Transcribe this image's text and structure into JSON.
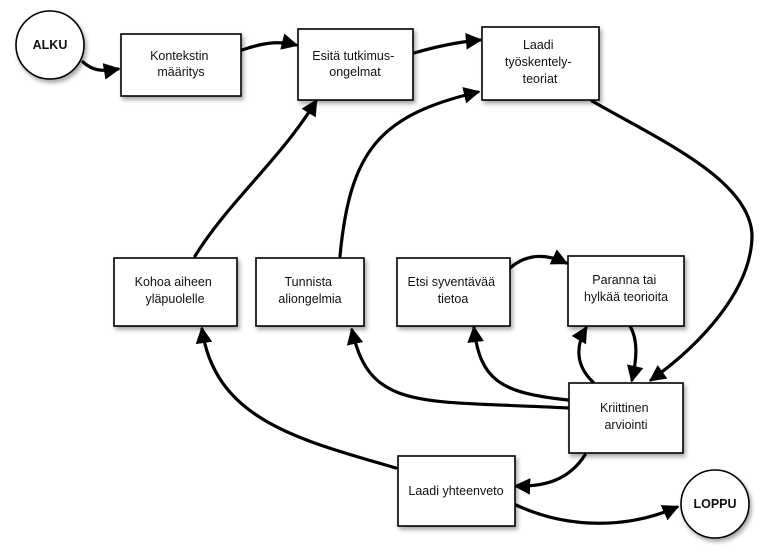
{
  "nodes": [
    {
      "id": "alku",
      "lines": [
        "ALKU"
      ]
    },
    {
      "id": "kontekstin",
      "lines": [
        "Kontekstin",
        "määritys"
      ]
    },
    {
      "id": "esita",
      "lines": [
        "Esitä tutkimus-",
        "ongelmat"
      ]
    },
    {
      "id": "laadi-teoriat",
      "lines": [
        "Laadi",
        "työskentely-",
        "teoriat"
      ]
    },
    {
      "id": "kohoa",
      "lines": [
        "Kohoa aiheen",
        "yläpuolelle"
      ]
    },
    {
      "id": "tunnista",
      "lines": [
        "Tunnista",
        "aliongelmia"
      ]
    },
    {
      "id": "etsi",
      "lines": [
        "Etsi syventävää",
        "tietoa"
      ]
    },
    {
      "id": "paranna",
      "lines": [
        "Paranna tai",
        "hylkää teorioita"
      ]
    },
    {
      "id": "kriittinen",
      "lines": [
        "Kriittinen",
        "arviointi"
      ]
    },
    {
      "id": "yhteenveto",
      "lines": [
        "Laadi yhteenveto"
      ]
    },
    {
      "id": "loppu",
      "lines": [
        "LOPPU"
      ]
    }
  ],
  "edges": [
    {
      "from": "alku",
      "to": "kontekstin"
    },
    {
      "from": "kontekstin",
      "to": "esita"
    },
    {
      "from": "esita",
      "to": "laadi-teoriat"
    },
    {
      "from": "laadi-teoriat",
      "to": "kriittinen"
    },
    {
      "from": "kohoa",
      "to": "esita"
    },
    {
      "from": "tunnista",
      "to": "laadi-teoriat"
    },
    {
      "from": "etsi",
      "to": "paranna"
    },
    {
      "from": "paranna",
      "to": "kriittinen"
    },
    {
      "from": "kriittinen",
      "to": "paranna"
    },
    {
      "from": "kriittinen",
      "to": "etsi"
    },
    {
      "from": "kriittinen",
      "to": "tunnista"
    },
    {
      "from": "kriittinen",
      "to": "yhteenveto"
    },
    {
      "from": "yhteenveto",
      "to": "kohoa"
    },
    {
      "from": "yhteenveto",
      "to": "loppu"
    }
  ]
}
